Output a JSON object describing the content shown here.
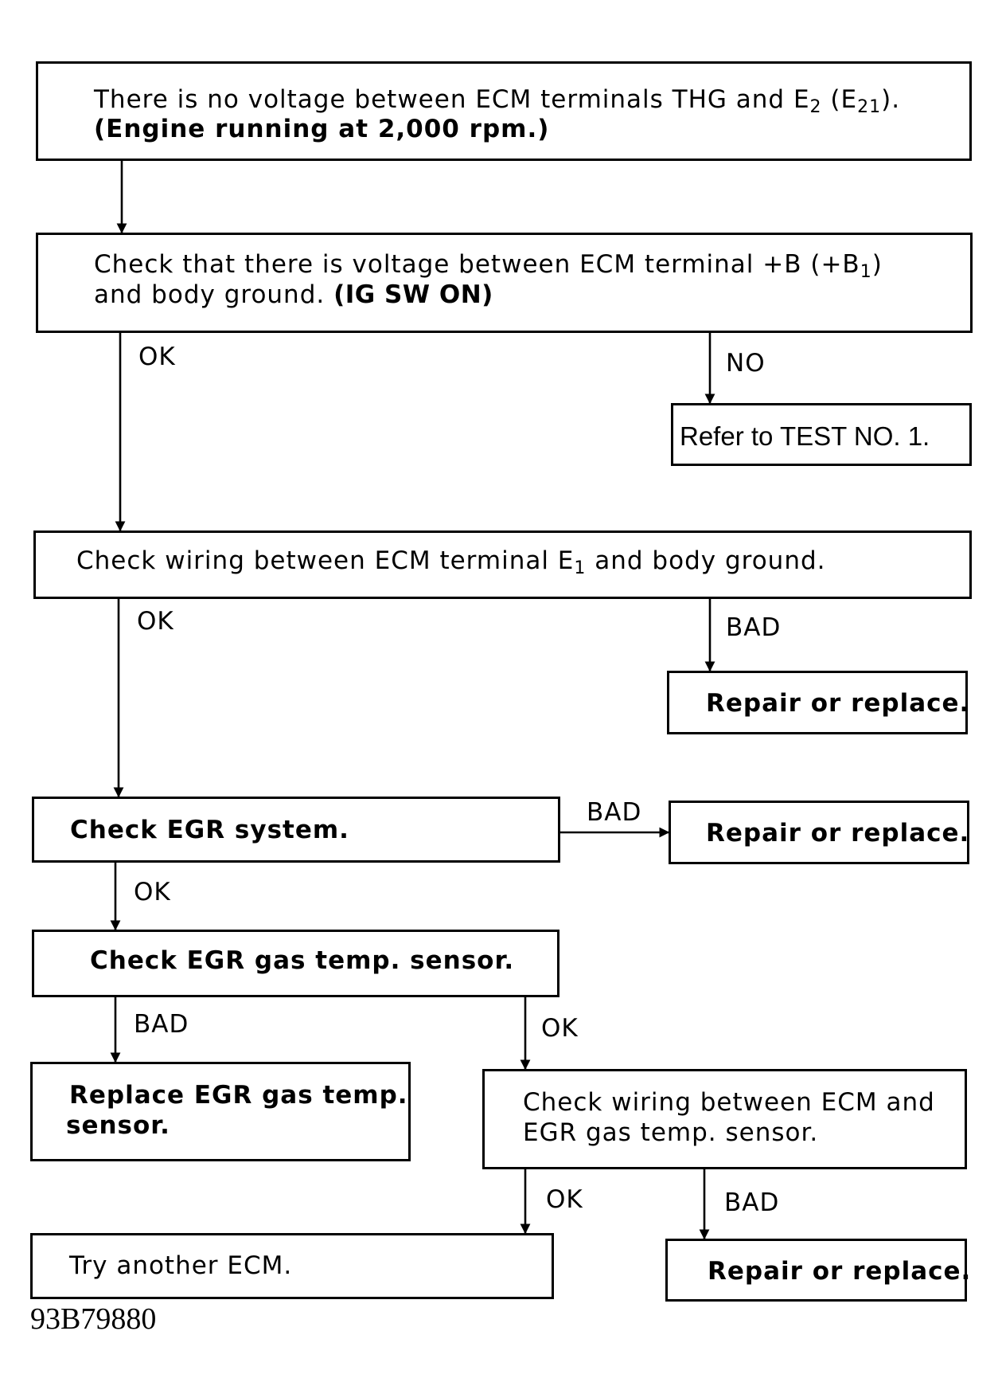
{
  "boxes": {
    "b1": {
      "line1_a": "There is no voltage between ECM terminals THG and E",
      "line1_sub1": "2",
      "line1_b": " (E",
      "line1_sub2": "21",
      "line1_c": ").",
      "line2": "(Engine running at 2,000 rpm.)"
    },
    "b2": {
      "line1_a": "Check that there is voltage between ECM terminal +B (+B",
      "line1_sub": "1",
      "line1_b": ")",
      "line2_a": "and body ground. ",
      "line2_b": "(IG SW ON)"
    },
    "b3": {
      "text": "Refer to TEST NO. 1."
    },
    "b4": {
      "text_a": "Check wiring between ECM terminal E",
      "text_sub": "1",
      "text_b": " and body ground."
    },
    "b5": {
      "text": "Repair or replace."
    },
    "b6": {
      "text": "Check EGR system."
    },
    "b7": {
      "text": "Repair or replace."
    },
    "b8": {
      "text": "Check EGR gas temp. sensor."
    },
    "b9": {
      "line1": "Replace EGR gas temp.",
      "line2": "sensor."
    },
    "b10": {
      "line1": "Check wiring between ECM and",
      "line2": "EGR gas temp. sensor."
    },
    "b11": {
      "text": "Try another ECM."
    },
    "b12": {
      "text": "Repair or replace."
    }
  },
  "labels": {
    "ok1": "OK",
    "no1": "NO",
    "ok2": "OK",
    "bad1": "BAD",
    "bad2": "BAD",
    "ok3": "OK",
    "bad3": "BAD",
    "ok4": "OK",
    "ok5": "OK",
    "bad4": "BAD"
  },
  "figure_code": "93B79880"
}
